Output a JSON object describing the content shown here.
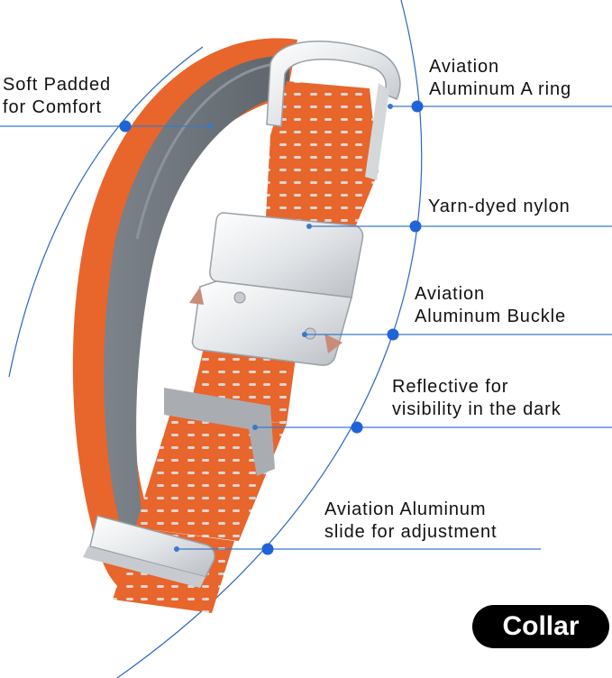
{
  "labels": {
    "soft_padded": [
      "Soft Padded",
      "for Comfort"
    ],
    "a_ring": [
      "Aviation",
      "Aluminum A ring"
    ],
    "yarn": [
      "Yarn-dyed nylon"
    ],
    "buckle": [
      "Aviation",
      "Aluminum Buckle"
    ],
    "reflective": [
      "Reflective for",
      "visibility in the dark"
    ],
    "slide": [
      "Aviation Aluminum",
      "slide for adjustment"
    ]
  },
  "badge": {
    "text": "Collar"
  },
  "colors": {
    "strap_orange": "#e8652c",
    "padding_gray": "#6f767c",
    "reflective_stripe": "#d9d6d2",
    "metal": "#eef0f2",
    "accent_blue": "#1f63d8",
    "leader_line": "#3a79c9"
  }
}
